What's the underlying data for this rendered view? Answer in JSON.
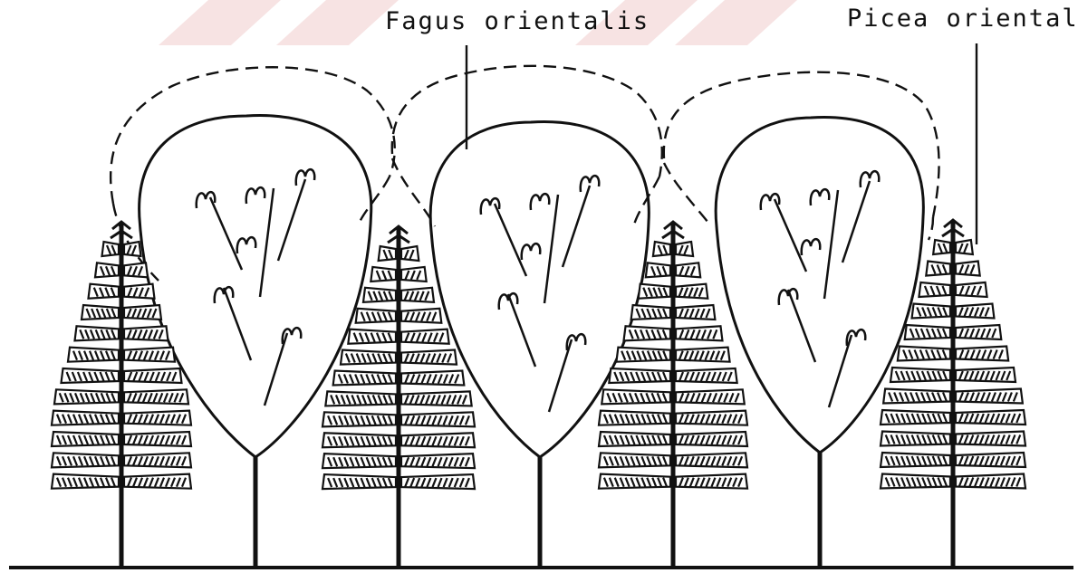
{
  "labels": {
    "fagus": "Fagus orientalis",
    "picea": "Picea orientalis"
  },
  "colors": {
    "ink": "#111111",
    "watermark": "#f3d8d8",
    "background": "#ffffff"
  },
  "trees": {
    "spruce_count": 4,
    "beech_count": 3
  }
}
